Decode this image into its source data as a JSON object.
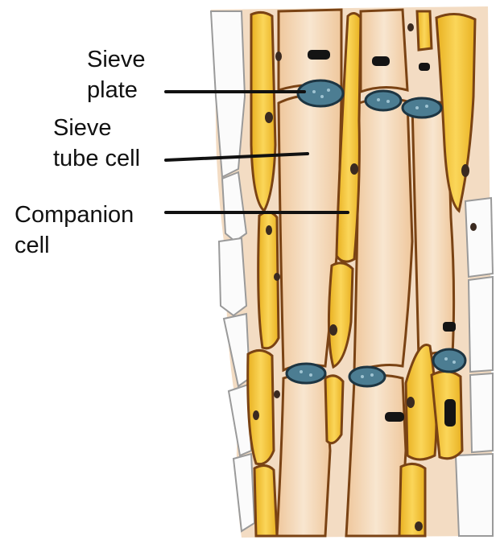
{
  "labels": {
    "sieve_plate": [
      "Sieve",
      "plate"
    ],
    "sieve_tube_cell": [
      "Sieve",
      "tube cell"
    ],
    "companion_cell": [
      "Companion",
      "cell"
    ]
  },
  "colors": {
    "companion_yellow": "#f4c630",
    "sieve_tube_tan": "#f4dcc0",
    "cell_wall_brown": "#6a3a12",
    "sieve_plate_blue": "#4c7d92",
    "leader_line": "#111111"
  }
}
